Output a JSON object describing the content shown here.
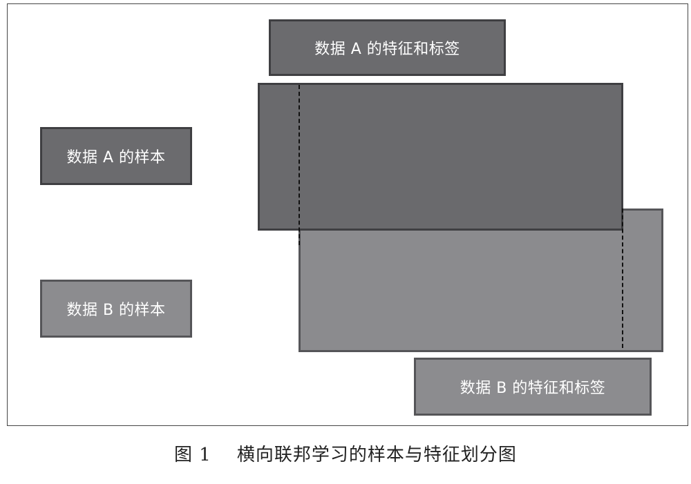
{
  "diagram": {
    "labels": {
      "features_a": "数据 A 的特征和标签",
      "samples_a": "数据 A 的样本",
      "samples_b": "数据 B 的样本",
      "features_b": "数据 B 的特征和标签"
    }
  },
  "caption": {
    "number": "图 1",
    "text": "横向联邦学习的样本与特征划分图"
  },
  "colors": {
    "dark_fill": "#6b6b6e",
    "light_fill": "#8c8c8f",
    "border": "#3f3f42",
    "label_text": "#ffffff"
  }
}
